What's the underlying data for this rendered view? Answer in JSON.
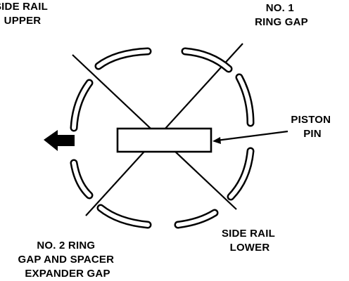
{
  "labels": {
    "side_rail_upper": [
      "SIDE RAIL",
      "UPPER"
    ],
    "no1_ring_gap": [
      "NO. 1",
      "RING GAP"
    ],
    "piston_pin": [
      "PISTON",
      "PIN"
    ],
    "side_rail_lower": [
      "SIDE RAIL",
      "LOWER"
    ],
    "no2_ring_gap": [
      "NO. 2 RING",
      "GAP AND SPACER",
      "EXPANDER GAP"
    ]
  },
  "colors": {
    "ink": "#000000",
    "paper": "#ffffff"
  },
  "icons": {
    "front_arrow": "arrow-left-icon"
  }
}
